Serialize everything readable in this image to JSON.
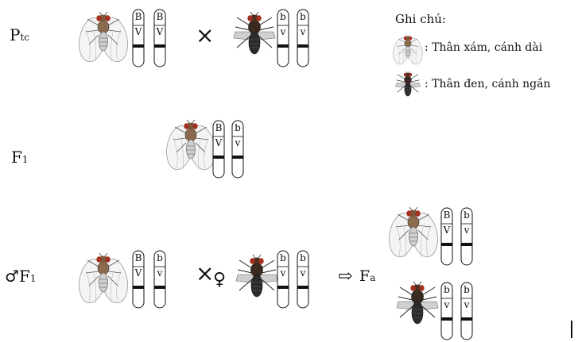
{
  "generations": {
    "ptc": {
      "main": "P",
      "sub": "tc"
    },
    "f1": {
      "main": "F",
      "sub": "1"
    },
    "male_f1": {
      "symbol": "♂",
      "main": "F",
      "sub": "1"
    }
  },
  "cross_symbol": "×",
  "female_symbol": "♀",
  "arrow_symbol": "⇨",
  "fa_label": {
    "main": "F",
    "sub": "a"
  },
  "legend": {
    "title": "Ghi chú:",
    "grey_long": ": Thân xám, cánh dài",
    "black_short": ": Thân đen, cánh ngắn"
  },
  "alleles": {
    "upper_dom": "B",
    "lower_dom": "V",
    "upper_rec": "b",
    "lower_rec": "v"
  },
  "colors": {
    "grey_body": "#d9d9d9",
    "black_body": "#2b2b2b",
    "eye": "#a3301f",
    "line": "#111111"
  }
}
